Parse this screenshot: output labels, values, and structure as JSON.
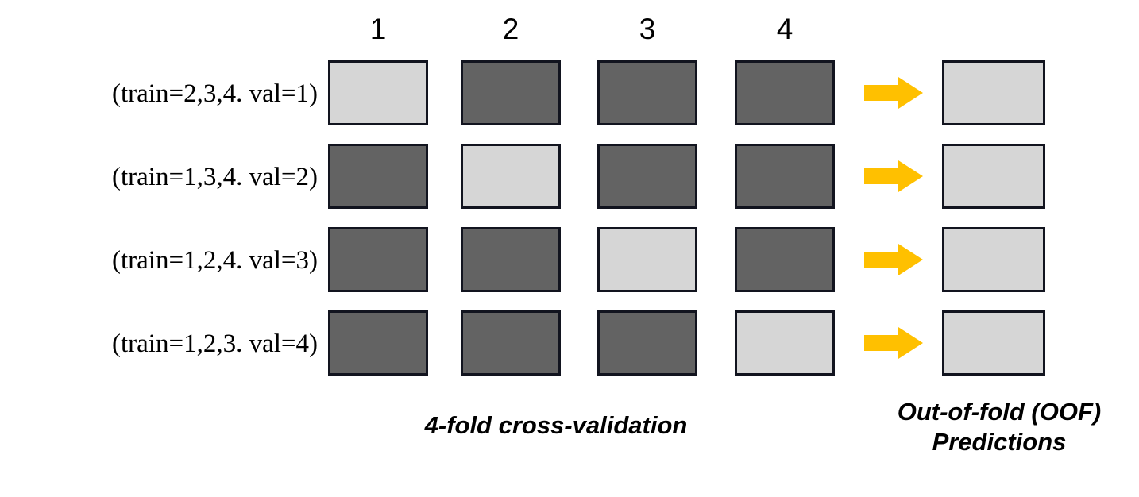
{
  "diagram": {
    "title": "4-fold cross-validation producing out-of-fold predictions",
    "colors": {
      "validation_fold": "#d6d6d6",
      "training_fold": "#636363",
      "box_border": "#12141f",
      "arrow": "#ffc000",
      "background": "#ffffff",
      "text": "#000000"
    },
    "column_headers": [
      {
        "label": "1"
      },
      {
        "label": "2"
      },
      {
        "label": "3"
      },
      {
        "label": "4"
      }
    ],
    "rows": [
      {
        "label": "(train=2,3,4. val=1)",
        "train_folds": "2,3,4",
        "val_fold": "1",
        "cells": [
          "validation",
          "training",
          "training",
          "training"
        ],
        "arrow_icon": "right-block-arrow-icon",
        "oof_cell": "prediction"
      },
      {
        "label": "(train=1,3,4. val=2)",
        "train_folds": "1,3,4",
        "val_fold": "2",
        "cells": [
          "training",
          "validation",
          "training",
          "training"
        ],
        "arrow_icon": "right-block-arrow-icon",
        "oof_cell": "prediction"
      },
      {
        "label": "(train=1,2,4. val=3)",
        "train_folds": "1,2,4",
        "val_fold": "3",
        "cells": [
          "training",
          "training",
          "validation",
          "training"
        ],
        "arrow_icon": "right-block-arrow-icon",
        "oof_cell": "prediction"
      },
      {
        "label": "(train=1,2,3. val=4)",
        "train_folds": "1,2,3",
        "val_fold": "4",
        "cells": [
          "training",
          "training",
          "training",
          "validation"
        ],
        "arrow_icon": "right-block-arrow-icon",
        "oof_cell": "prediction"
      }
    ],
    "captions": {
      "cross_validation": "4-fold cross-validation",
      "oof_line1": "Out-of-fold (OOF)",
      "oof_line2": "Predictions"
    }
  }
}
